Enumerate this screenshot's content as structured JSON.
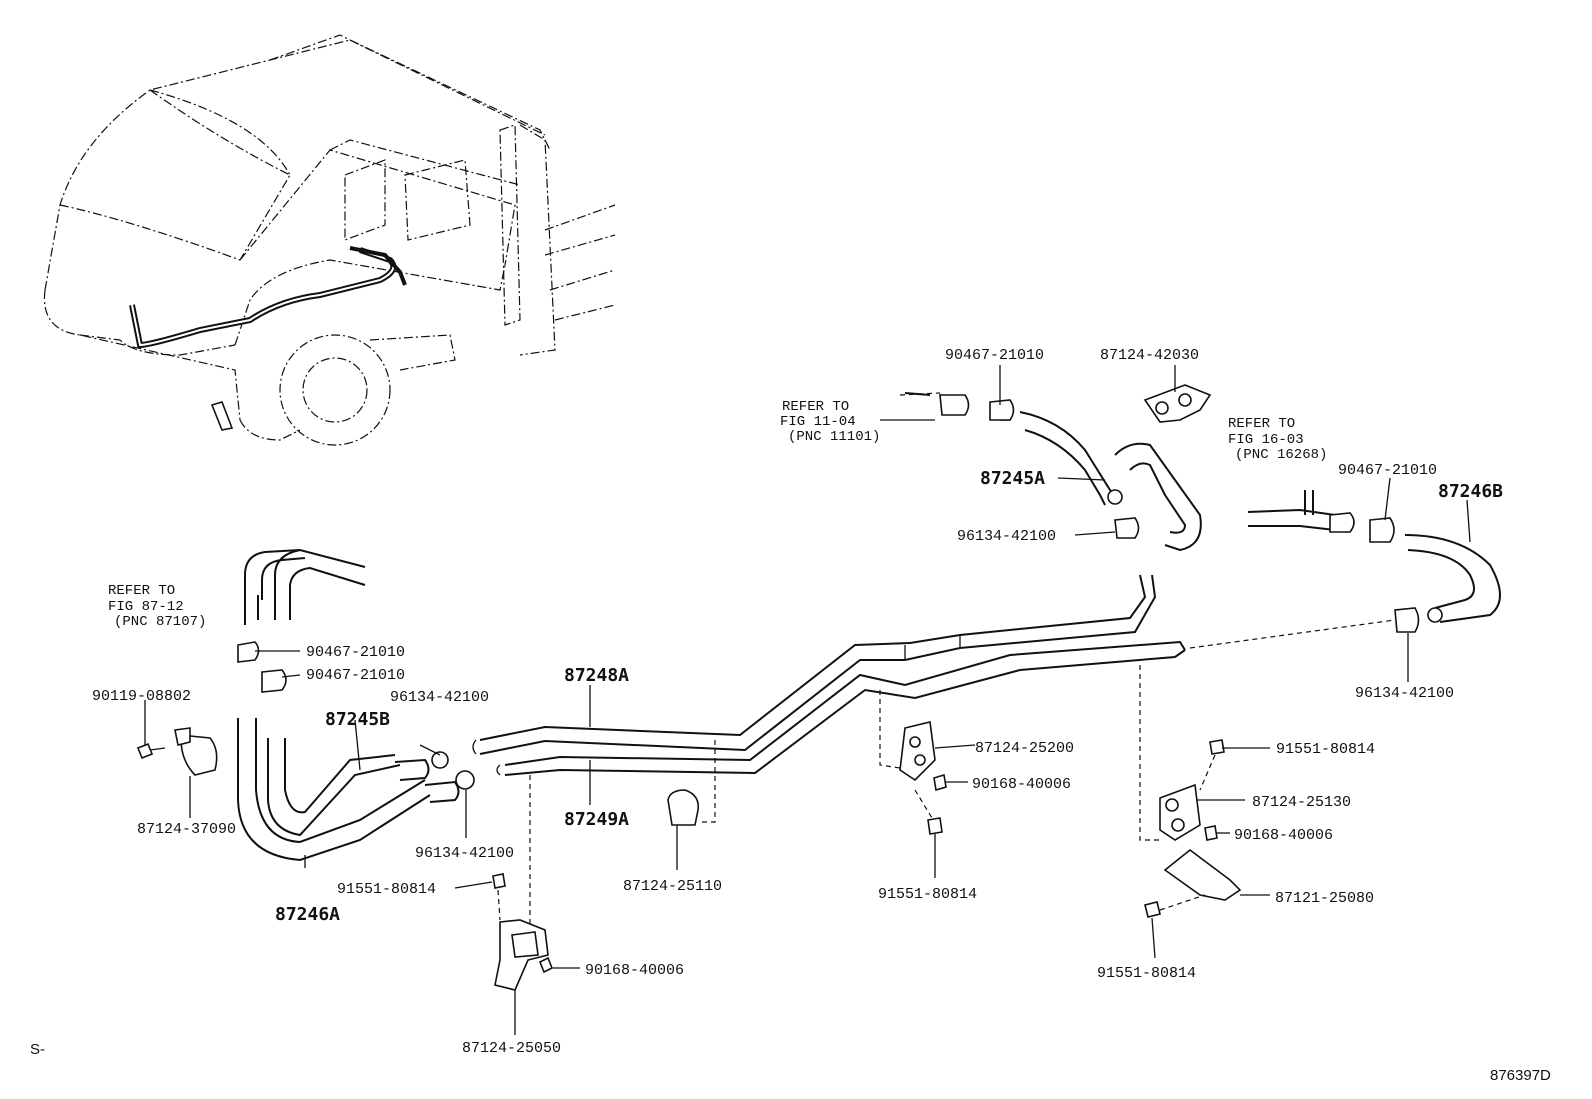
{
  "footer": {
    "left_code": "S-",
    "figure_id": "876397D"
  },
  "refs": [
    {
      "line1": "REFER TO",
      "line2": "FIG 87-12",
      "line3": "(PNC 87107)"
    },
    {
      "line1": "REFER TO",
      "line2": "FIG 11-04",
      "line3": "(PNC 11101)"
    },
    {
      "line1": "REFER TO",
      "line2": "FIG 16-03",
      "line3": "(PNC 16268)"
    }
  ],
  "callouts": {
    "hose_87245A": "87245A",
    "hose_87245B": "87245B",
    "hose_87246A": "87246A",
    "hose_87246B": "87246B",
    "pipe_87248A": "87248A",
    "pipe_87249A": "87249A",
    "clamp_top_90467": "90467-21010",
    "clamp_right_90467": "90467-21010",
    "clamp_left1_90467": "90467-21010",
    "clamp_left2_90467": "90467-21010",
    "clamp_top_96134": "96134-42100",
    "clamp_right_96134": "96134-42100",
    "clamp_mid1_96134": "96134-42100",
    "clamp_mid2_96134": "96134-42100",
    "clamp_87124_42030": "87124-42030",
    "bolt_90119_08802": "90119-08802",
    "clamp_87124_37090": "87124-37090",
    "bolt_91551_left": "91551-80814",
    "bolt_91551_mid": "91551-80814",
    "bolt_91551_right_top": "91551-80814",
    "bolt_91551_right_bot": "91551-80814",
    "screw_90168_left": "90168-40006",
    "screw_90168_mid": "90168-40006",
    "screw_90168_right": "90168-40006",
    "bracket_87124_25050": "87124-25050",
    "clamp_87124_25110": "87124-25110",
    "clamp_87124_25200": "87124-25200",
    "clamp_87124_25130": "87124-25130",
    "bracket_87121_25080": "87121-25080"
  }
}
